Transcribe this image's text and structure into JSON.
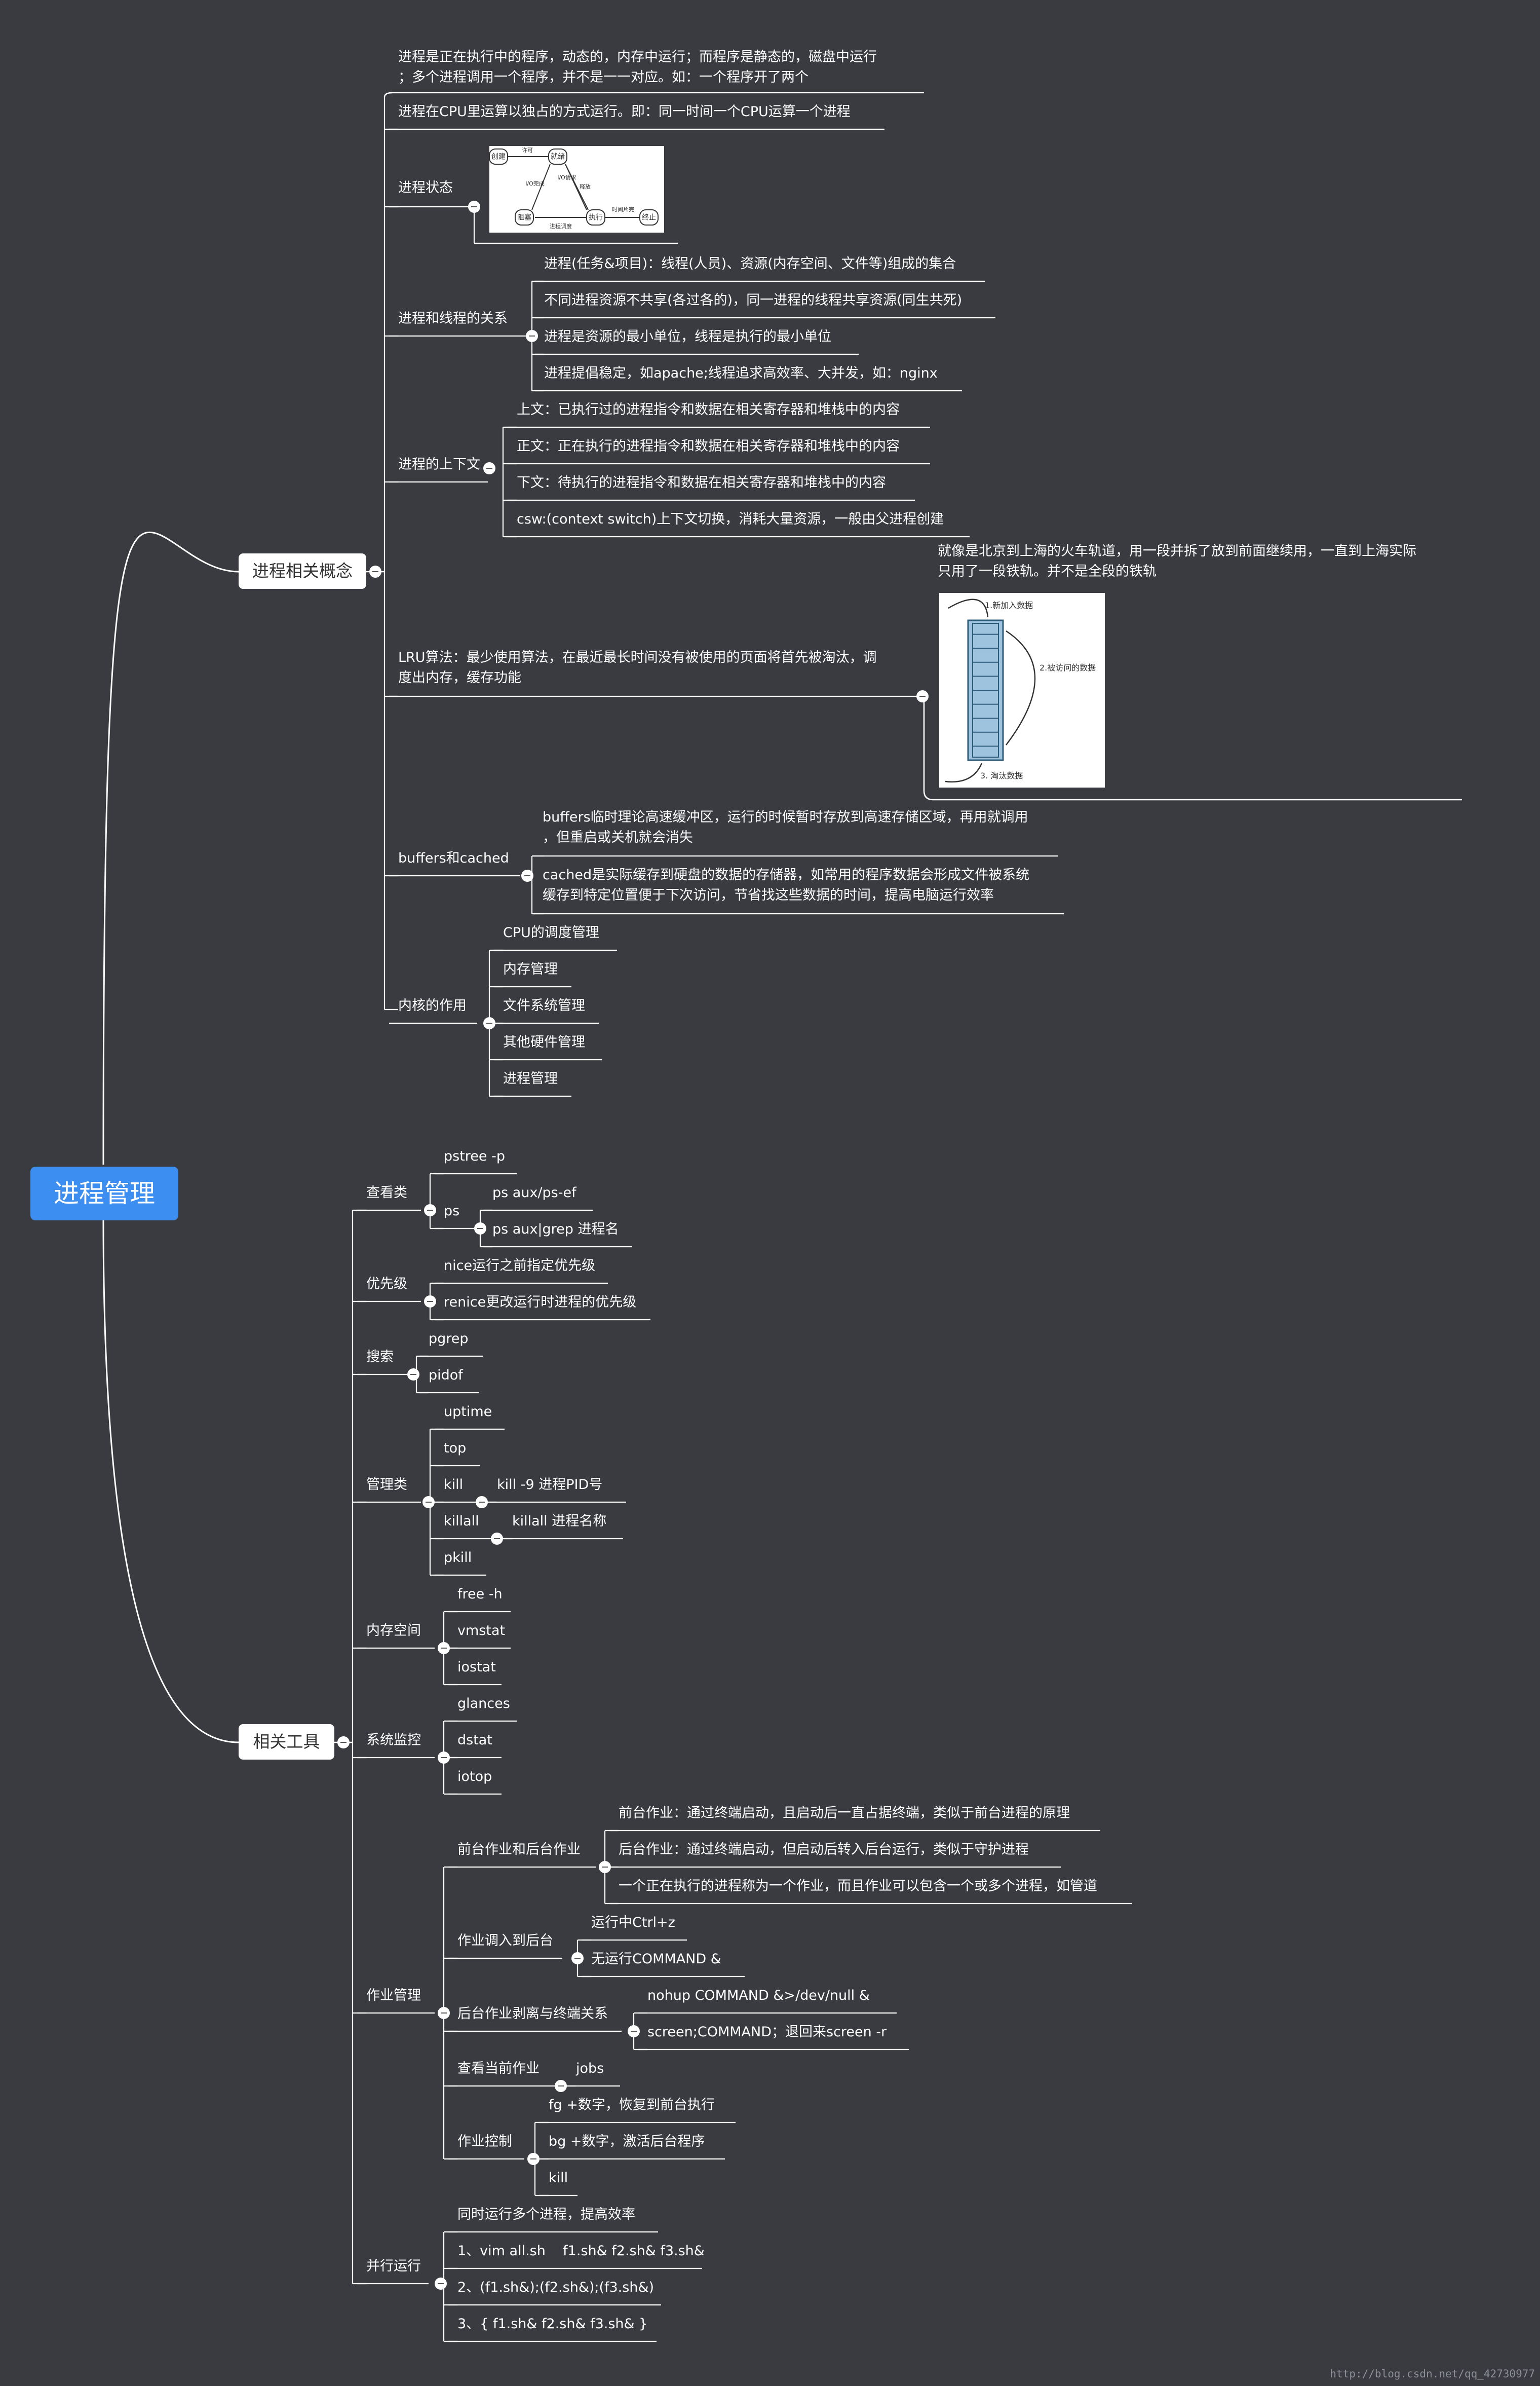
{
  "root": "进程管理",
  "branches": [
    {
      "label": "进程相关概念",
      "children": [
        {
          "lines": [
            "进程是正在执行中的程序，动态的，内存中运行；而程序是静态的，磁盘中运行",
            "；多个进程调用一个程序，并不是一一对应。如：一个程序开了两个"
          ]
        },
        {
          "lines": [
            "进程在CPU里运算以独占的方式运行。即：同一时间一个CPU运算一个进程"
          ]
        },
        {
          "lines": [
            "进程状态"
          ],
          "figure": {
            "states": [
              "创建",
              "就绪",
              "阻塞",
              "执行",
              "终止"
            ],
            "edges": [
              "许可",
              "I/O完成",
              "I/O请求",
              "进程调度",
              "时间片完",
              "释放"
            ]
          }
        },
        {
          "lines": [
            "进程和线程的关系"
          ],
          "children": [
            {
              "lines": [
                "进程(任务&项目)：线程(人员)、资源(内存空间、文件等)组成的集合"
              ]
            },
            {
              "lines": [
                "不同进程资源不共享(各过各的)，同一进程的线程共享资源(同生共死)"
              ]
            },
            {
              "lines": [
                "进程是资源的最小单位，线程是执行的最小单位"
              ]
            },
            {
              "lines": [
                "进程提倡稳定，如apache;线程追求高效率、大并发，如：nginx"
              ]
            }
          ]
        },
        {
          "lines": [
            "进程的上下文"
          ],
          "children": [
            {
              "lines": [
                "上文：已执行过的进程指令和数据在相关寄存器和堆栈中的内容"
              ]
            },
            {
              "lines": [
                "正文：正在执行的进程指令和数据在相关寄存器和堆栈中的内容"
              ]
            },
            {
              "lines": [
                "下文：待执行的进程指令和数据在相关寄存器和堆栈中的内容"
              ]
            },
            {
              "lines": [
                "csw:(context switch)上下文切换，消耗大量资源，一般由父进程创建"
              ]
            }
          ]
        },
        {
          "lines": [
            "LRU算法：最少使用算法，在最近最长时间没有被使用的页面将首先被淘汰，调",
            "度出内存，缓存功能"
          ],
          "children": [
            {
              "lines": [
                "就像是北京到上海的火车轨道，用一段并拆了放到前面继续用，一直到上海实际",
                "只用了一段铁轨。并不是全段的铁轨"
              ],
              "figure": {
                "labels": [
                  "1.新加入数据",
                  "2.被访问的数据",
                  "3. 淘汰数据"
                ]
              }
            }
          ]
        },
        {
          "lines": [
            "buffers和cached"
          ],
          "children": [
            {
              "lines": [
                "buffers临时理论高速缓冲区，运行的时候暂时存放到高速存储区域，再用就调用",
                "，但重启或关机就会消失"
              ]
            },
            {
              "lines": [
                "cached是实际缓存到硬盘的数据的存储器，如常用的程序数据会形成文件被系统",
                "缓存到特定位置便于下次访问，节省找这些数据的时间，提高电脑运行效率"
              ]
            }
          ]
        },
        {
          "lines": [
            "内核的作用"
          ],
          "children": [
            {
              "lines": [
                "CPU的调度管理"
              ]
            },
            {
              "lines": [
                "内存管理"
              ]
            },
            {
              "lines": [
                "文件系统管理"
              ]
            },
            {
              "lines": [
                "其他硬件管理"
              ]
            },
            {
              "lines": [
                "进程管理"
              ]
            }
          ]
        }
      ]
    },
    {
      "label": "相关工具",
      "children": [
        {
          "lines": [
            "查看类"
          ],
          "children": [
            {
              "lines": [
                "pstree -p"
              ]
            },
            {
              "lines": [
                "ps"
              ],
              "children": [
                {
                  "lines": [
                    "ps aux/ps-ef"
                  ]
                },
                {
                  "lines": [
                    "ps aux|grep 进程名"
                  ]
                }
              ]
            }
          ]
        },
        {
          "lines": [
            "优先级"
          ],
          "children": [
            {
              "lines": [
                "nice运行之前指定优先级"
              ]
            },
            {
              "lines": [
                "renice更改运行时进程的优先级"
              ]
            }
          ]
        },
        {
          "lines": [
            "搜索"
          ],
          "children": [
            {
              "lines": [
                "pgrep"
              ]
            },
            {
              "lines": [
                "pidof"
              ]
            }
          ]
        },
        {
          "lines": [
            "管理类"
          ],
          "children": [
            {
              "lines": [
                "uptime"
              ]
            },
            {
              "lines": [
                "top"
              ]
            },
            {
              "lines": [
                "kill"
              ],
              "children": [
                {
                  "lines": [
                    "kill -9 进程PID号"
                  ]
                }
              ]
            },
            {
              "lines": [
                "killall"
              ],
              "children": [
                {
                  "lines": [
                    "killall 进程名称"
                  ]
                }
              ]
            },
            {
              "lines": [
                "pkill"
              ]
            }
          ]
        },
        {
          "lines": [
            "内存空间"
          ],
          "children": [
            {
              "lines": [
                "free -h"
              ]
            },
            {
              "lines": [
                "vmstat"
              ]
            },
            {
              "lines": [
                "iostat"
              ]
            }
          ]
        },
        {
          "lines": [
            "系统监控"
          ],
          "children": [
            {
              "lines": [
                "glances"
              ]
            },
            {
              "lines": [
                "dstat"
              ]
            },
            {
              "lines": [
                "iotop"
              ]
            }
          ]
        },
        {
          "lines": [
            "作业管理"
          ],
          "children": [
            {
              "lines": [
                "前台作业和后台作业"
              ],
              "children": [
                {
                  "lines": [
                    "前台作业：通过终端启动，且启动后一直占据终端，类似于前台进程的原理"
                  ]
                },
                {
                  "lines": [
                    "后台作业：通过终端启动，但启动后转入后台运行，类似于守护进程"
                  ]
                },
                {
                  "lines": [
                    "一个正在执行的进程称为一个作业，而且作业可以包含一个或多个进程，如管道"
                  ]
                }
              ]
            },
            {
              "lines": [
                "作业调入到后台"
              ],
              "children": [
                {
                  "lines": [
                    "运行中Ctrl+z"
                  ]
                },
                {
                  "lines": [
                    "无运行COMMAND &"
                  ]
                }
              ]
            },
            {
              "lines": [
                "后台作业剥离与终端关系"
              ],
              "children": [
                {
                  "lines": [
                    "nohup COMMAND &>/dev/null &"
                  ]
                },
                {
                  "lines": [
                    "screen;COMMAND；退回来screen -r"
                  ]
                }
              ]
            },
            {
              "lines": [
                "查看当前作业"
              ],
              "children": [
                {
                  "lines": [
                    "jobs"
                  ]
                }
              ]
            },
            {
              "lines": [
                "作业控制"
              ],
              "children": [
                {
                  "lines": [
                    "fg +数字，恢复到前台执行"
                  ]
                },
                {
                  "lines": [
                    "bg +数字，激活后台程序"
                  ]
                },
                {
                  "lines": [
                    "kill"
                  ]
                }
              ]
            }
          ]
        },
        {
          "lines": [
            "并行运行"
          ],
          "children": [
            {
              "lines": [
                "同时运行多个进程，提高效率"
              ]
            },
            {
              "lines": [
                "1、vim all.sh    f1.sh& f2.sh& f3.sh&"
              ]
            },
            {
              "lines": [
                "2、(f1.sh&);(f2.sh&);(f3.sh&)"
              ]
            },
            {
              "lines": [
                "3、{ f1.sh& f2.sh& f3.sh& }"
              ]
            }
          ]
        }
      ]
    }
  ],
  "watermark": "http://blog.csdn.net/qq_42730977",
  "colors": {
    "background": "#393b40",
    "root": "#3d8ef1",
    "line": "#ffffff"
  }
}
